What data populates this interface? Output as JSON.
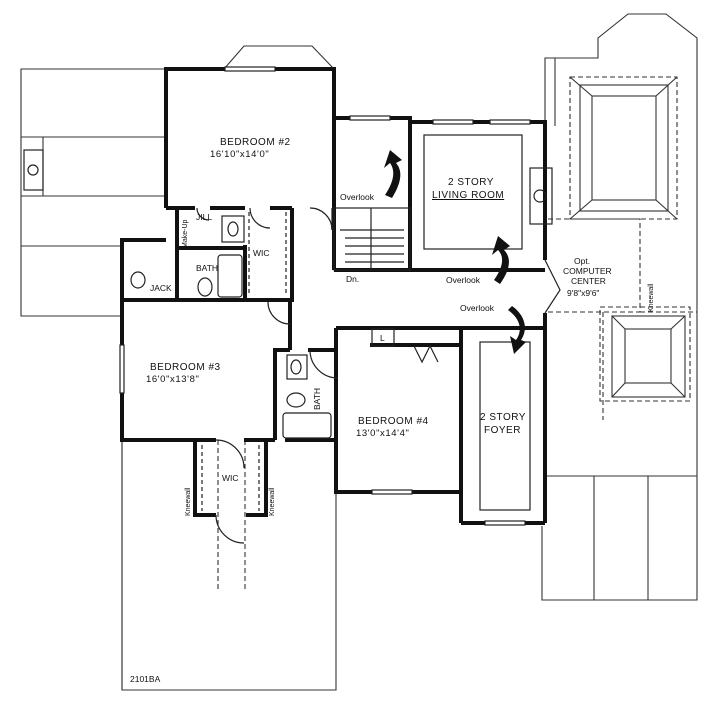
{
  "plan_id": "2101BA",
  "rooms": {
    "bedroom2": {
      "name": "BEDROOM #2",
      "dims": "16'10\"x14'0\""
    },
    "bedroom3": {
      "name": "BEDROOM #3",
      "dims": "16'0\"x13'8\""
    },
    "bedroom4": {
      "name": "BEDROOM #4",
      "dims": "13'0\"x14'4\""
    },
    "living": {
      "line1": "2 STORY",
      "line2": "LIVING ROOM"
    },
    "foyer": {
      "line1": "2 STORY",
      "line2": "FOYER"
    },
    "computer": {
      "line1": "Opt.",
      "line2": "COMPUTER",
      "line3": "CENTER",
      "dims": "9'8\"x9'6\""
    }
  },
  "labels": {
    "bath_upper": "BATH",
    "bath_lower": "BATH",
    "jack": "JACK",
    "jill": "JILL",
    "make_up": "Make-Up",
    "wic_upper": "WIC",
    "wic_lower": "WIC",
    "linen": "L",
    "overlook_stair": "Overlook",
    "overlook_living": "Overlook",
    "overlook_foyer": "Overlook",
    "down": "Dn.",
    "kneewall_right": "Kneewall",
    "kneewall_left": "Kneewall",
    "kneewall_mid": "Kneewall"
  },
  "colors": {
    "wall": "#111111",
    "line": "#333333",
    "background": "#ffffff"
  }
}
